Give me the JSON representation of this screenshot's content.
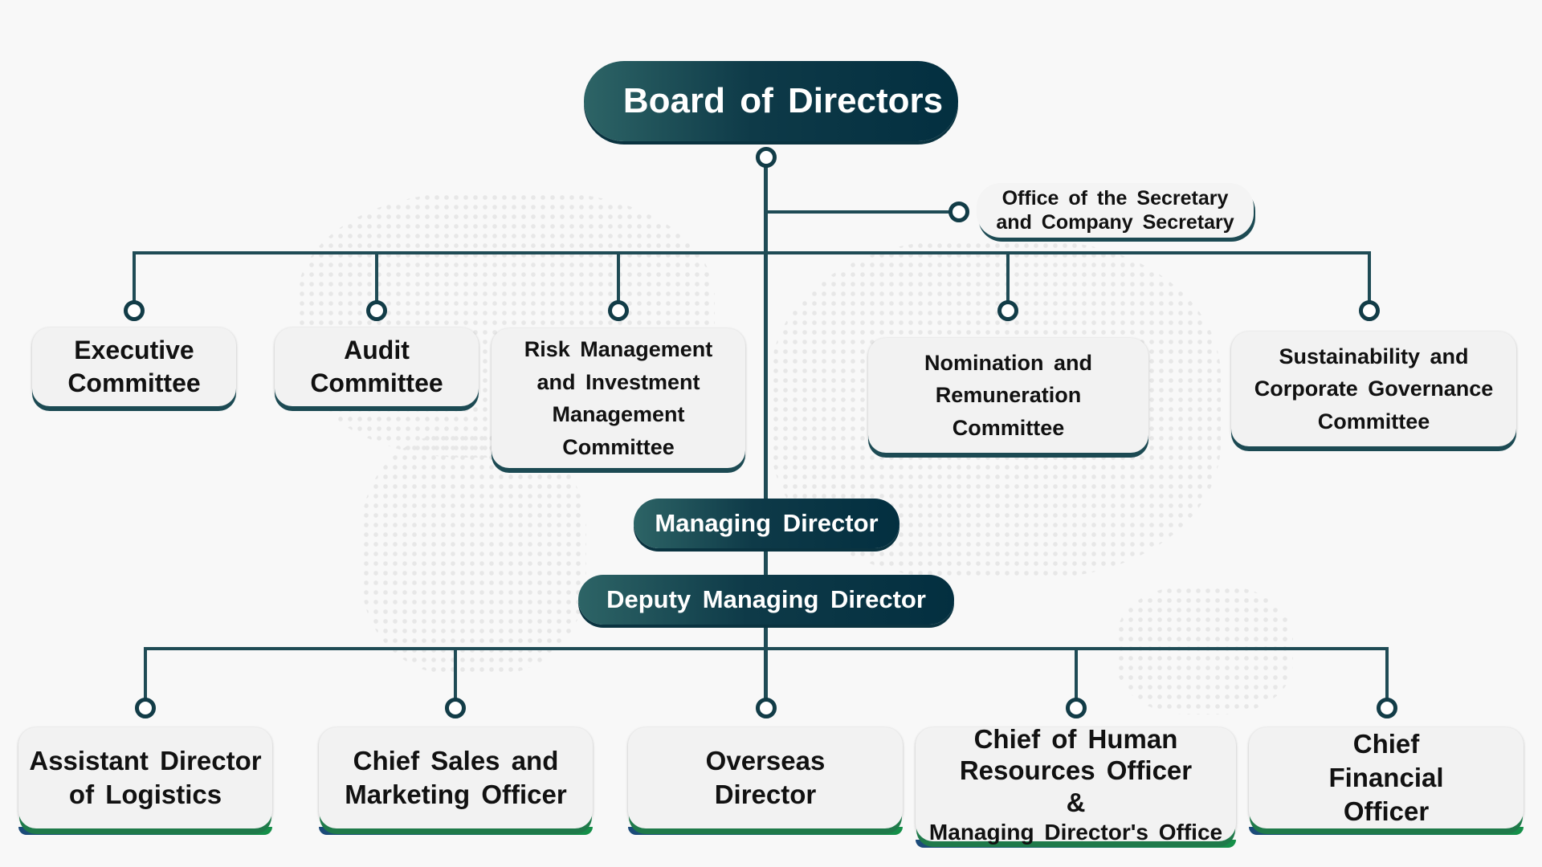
{
  "board": "Board of Directors",
  "secretary": {
    "line1": "Office of the Secretary",
    "line2": "and Company Secretary"
  },
  "committees": [
    {
      "label": "Executive Committee"
    },
    {
      "label": "Audit Committee"
    },
    {
      "label": "Risk Management and Investment Management Committee"
    },
    {
      "label": "Nomination and Remuneration Committee"
    },
    {
      "label": "Sustainability and Corporate Governance Committee"
    }
  ],
  "managing_director": "Managing Director",
  "deputy_managing_director": "Deputy Managing Director",
  "officers": [
    {
      "label": "Assistant Director of Logistics"
    },
    {
      "label": "Chief Sales and Marketing Officer"
    },
    {
      "label": "Overseas Director"
    },
    {
      "label": "Chief of Human Resources Officer &",
      "sub": "Managing Director's Office"
    },
    {
      "label": "Chief Financial Officer"
    }
  ],
  "colors": {
    "primary": "#0e3a48",
    "line": "#1f4b55",
    "background": "#f8f8f8"
  }
}
